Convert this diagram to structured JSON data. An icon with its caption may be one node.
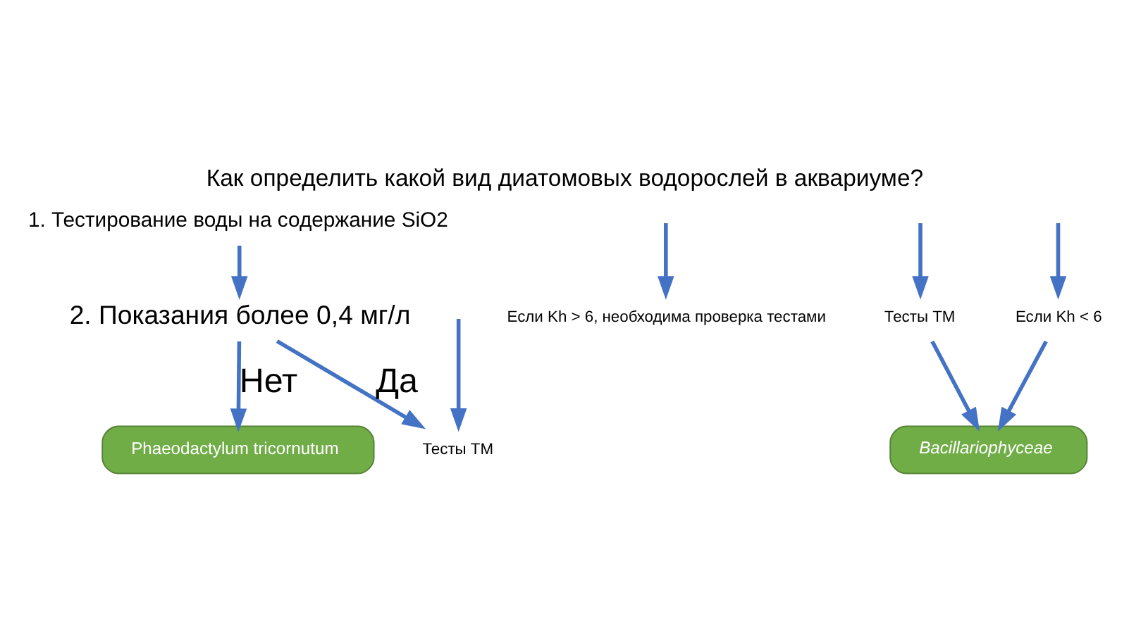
{
  "diagram": {
    "title": "Как определить какой вид диатомовых водорослей в аквариуме?",
    "nodes": [
      {
        "text": [
          "1. Тестирование воды на содержание SiO2"
        ]
      },
      {
        "text": [
          "2. Показания более 0,4 мг/л"
        ]
      },
      {
        "text": [
          "Тесты ТМ"
        ]
      },
      {
        "text": [
          "Если Kh > 6, необходима проверка тестами"
        ]
      },
      {
        "text": [
          "Если Kh < 6"
        ]
      },
      {
        "text": [
          "Тесты ТМ"
        ]
      },
      {
        "text": [
          "Phaeodactylum tricornutum"
        ]
      },
      {
        "text": [
          "Bacillariophyceae"
        ]
      }
    ],
    "edges": [
      {
        "from": 0,
        "to": 1,
        "arrow": "to"
      },
      {
        "from": 1,
        "to": 6,
        "arrow": "to",
        "label": "Нет"
      },
      {
        "from": 1,
        "to": 2,
        "arrow": "to",
        "label": "Да"
      },
      {
        "from": null,
        "to": 2,
        "arrow": "to"
      },
      {
        "from": null,
        "to": 3,
        "arrow": "to"
      },
      {
        "from": null,
        "to": 4,
        "arrow": "to"
      },
      {
        "from": null,
        "to": 5,
        "arrow": "to"
      },
      {
        "from": 4,
        "to": 7,
        "arrow": "to"
      },
      {
        "from": 5,
        "to": 7,
        "arrow": "to"
      }
    ]
  }
}
